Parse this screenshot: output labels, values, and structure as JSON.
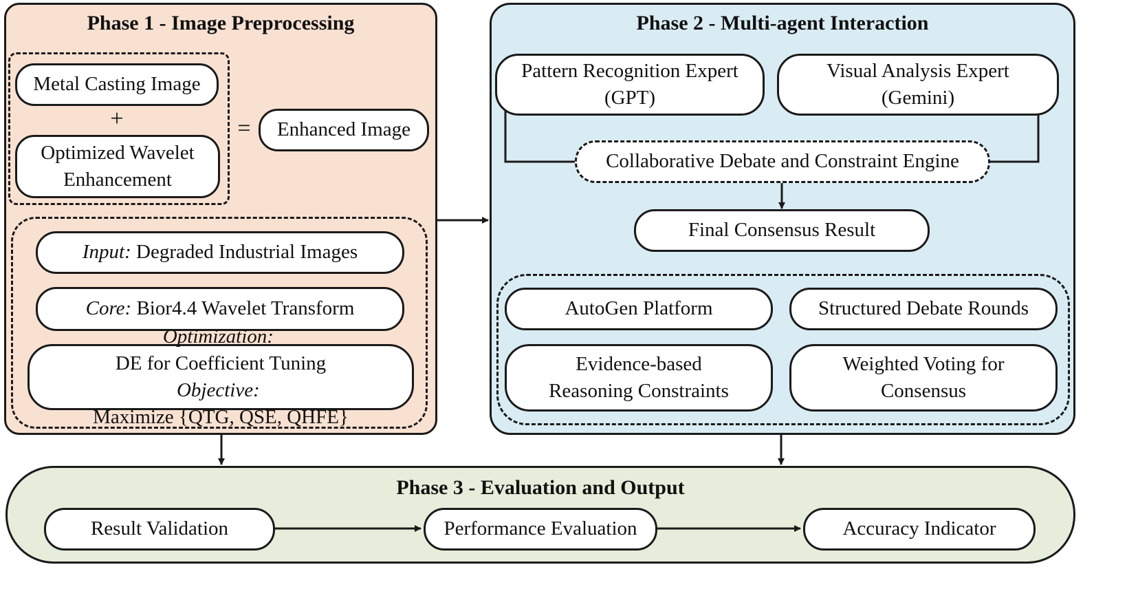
{
  "phase1": {
    "title": "Phase 1 - Image Preprocessing",
    "metal_casting": "Metal Casting Image",
    "plus": "+",
    "wavelet_line1": "Optimized Wavelet",
    "wavelet_line2": "Enhancement",
    "equals": "=",
    "enhanced": "Enhanced Image",
    "input_label": "Input:",
    "input_text": "Degraded Industrial Images",
    "core_label": "Core:",
    "core_text": "Bior4.4 Wavelet Transform",
    "optimization_label": "Optimization:",
    "optimization_text": "DE for Coefficient Tuning",
    "objective_label": "Objective:",
    "objective_text": "Maximize {QTG, QSE, QHFE}"
  },
  "phase2": {
    "title": "Phase 2 - Multi-agent Interaction",
    "pattern_line1": "Pattern Recognition Expert",
    "pattern_line2": "(GPT)",
    "visual_line1": "Visual Analysis Expert",
    "visual_line2": "(Gemini)",
    "debate_engine": "Collaborative Debate and Constraint Engine",
    "consensus": "Final Consensus Result",
    "autogen": "AutoGen Platform",
    "debate_rounds": "Structured Debate Rounds",
    "evidence_line1": "Evidence-based",
    "evidence_line2": "Reasoning Constraints",
    "voting_line1": "Weighted Voting for",
    "voting_line2": "Consensus"
  },
  "phase3": {
    "title": "Phase 3 - Evaluation and Output",
    "validation": "Result Validation",
    "performance": "Performance Evaluation",
    "accuracy": "Accuracy Indicator"
  },
  "colors": {
    "phase1_fill": "#f9e1d2",
    "phase2_fill": "#d9ecf3",
    "phase3_fill": "#e6eddb",
    "stroke": "#1a1a1a"
  }
}
